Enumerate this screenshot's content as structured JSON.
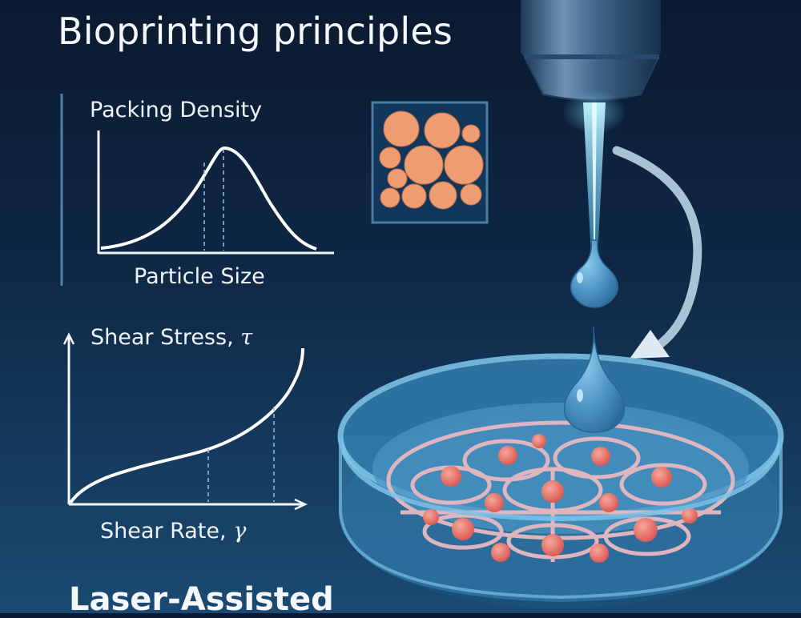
{
  "title": "Bioprinting principles",
  "footer": "Laser-Assisted",
  "colors": {
    "background_top": "#0b1a30",
    "background_bottom": "#1a4a72",
    "text": "#f4f8fc",
    "particle": "#ee9d72",
    "cell": "#e3685f",
    "scaffold": "#e8b9c0",
    "dish": "#5aa0cc",
    "droplet": "#4f97c8",
    "beam": "#9fe6ff",
    "arrow": "#b9d3e6"
  },
  "packing_chart": {
    "title": "Packing Density",
    "xlabel": "Particle Size"
  },
  "shear_chart": {
    "title": "Shear Stress,",
    "title_symbol": "τ",
    "xlabel": "Shear Rate,",
    "xlabel_symbol": "γ"
  },
  "chart_data": [
    {
      "type": "line",
      "title": "Packing Density",
      "xlabel": "Particle Size",
      "ylabel": "Packing Density",
      "description": "Bell-shaped curve peaking at mid-range particle size, with two dashed vertical reference lines near the peak",
      "x": [
        0,
        0.1,
        0.2,
        0.3,
        0.4,
        0.5,
        0.55,
        0.6,
        0.7,
        0.8,
        0.9,
        1.0
      ],
      "values": [
        0.02,
        0.05,
        0.15,
        0.35,
        0.65,
        0.92,
        1.0,
        0.95,
        0.7,
        0.35,
        0.1,
        0.02
      ],
      "reference_lines_x": [
        0.48,
        0.57
      ],
      "grid": false
    },
    {
      "type": "line",
      "title": "Shear Stress, τ",
      "xlabel": "Shear Rate, γ",
      "ylabel": "Shear Stress, τ",
      "description": "Monotonically increasing curve: steep initial rise, near-linear middle, sharp upturn at high shear rate; two dashed vertical reference lines",
      "x": [
        0,
        0.05,
        0.2,
        0.4,
        0.6,
        0.75,
        0.9,
        1.0
      ],
      "values": [
        0,
        0.15,
        0.28,
        0.38,
        0.5,
        0.62,
        0.8,
        1.0
      ],
      "reference_lines_x": [
        0.6,
        0.88
      ],
      "grid": false
    }
  ],
  "illustrations": {
    "packed_particles": "square inset of tightly packed orange spheres of mixed sizes",
    "nozzle": "bioprinter nozzle emitting a bright blue beam",
    "droplet_upper": "bioink droplet forming at beam tip",
    "droplet_lower": "bioink droplet falling into dish",
    "curved_arrow": "curved arrow pointing from nozzle into petri dish",
    "petri_dish": "petri dish containing pink scaffold network with red cell spheres"
  }
}
